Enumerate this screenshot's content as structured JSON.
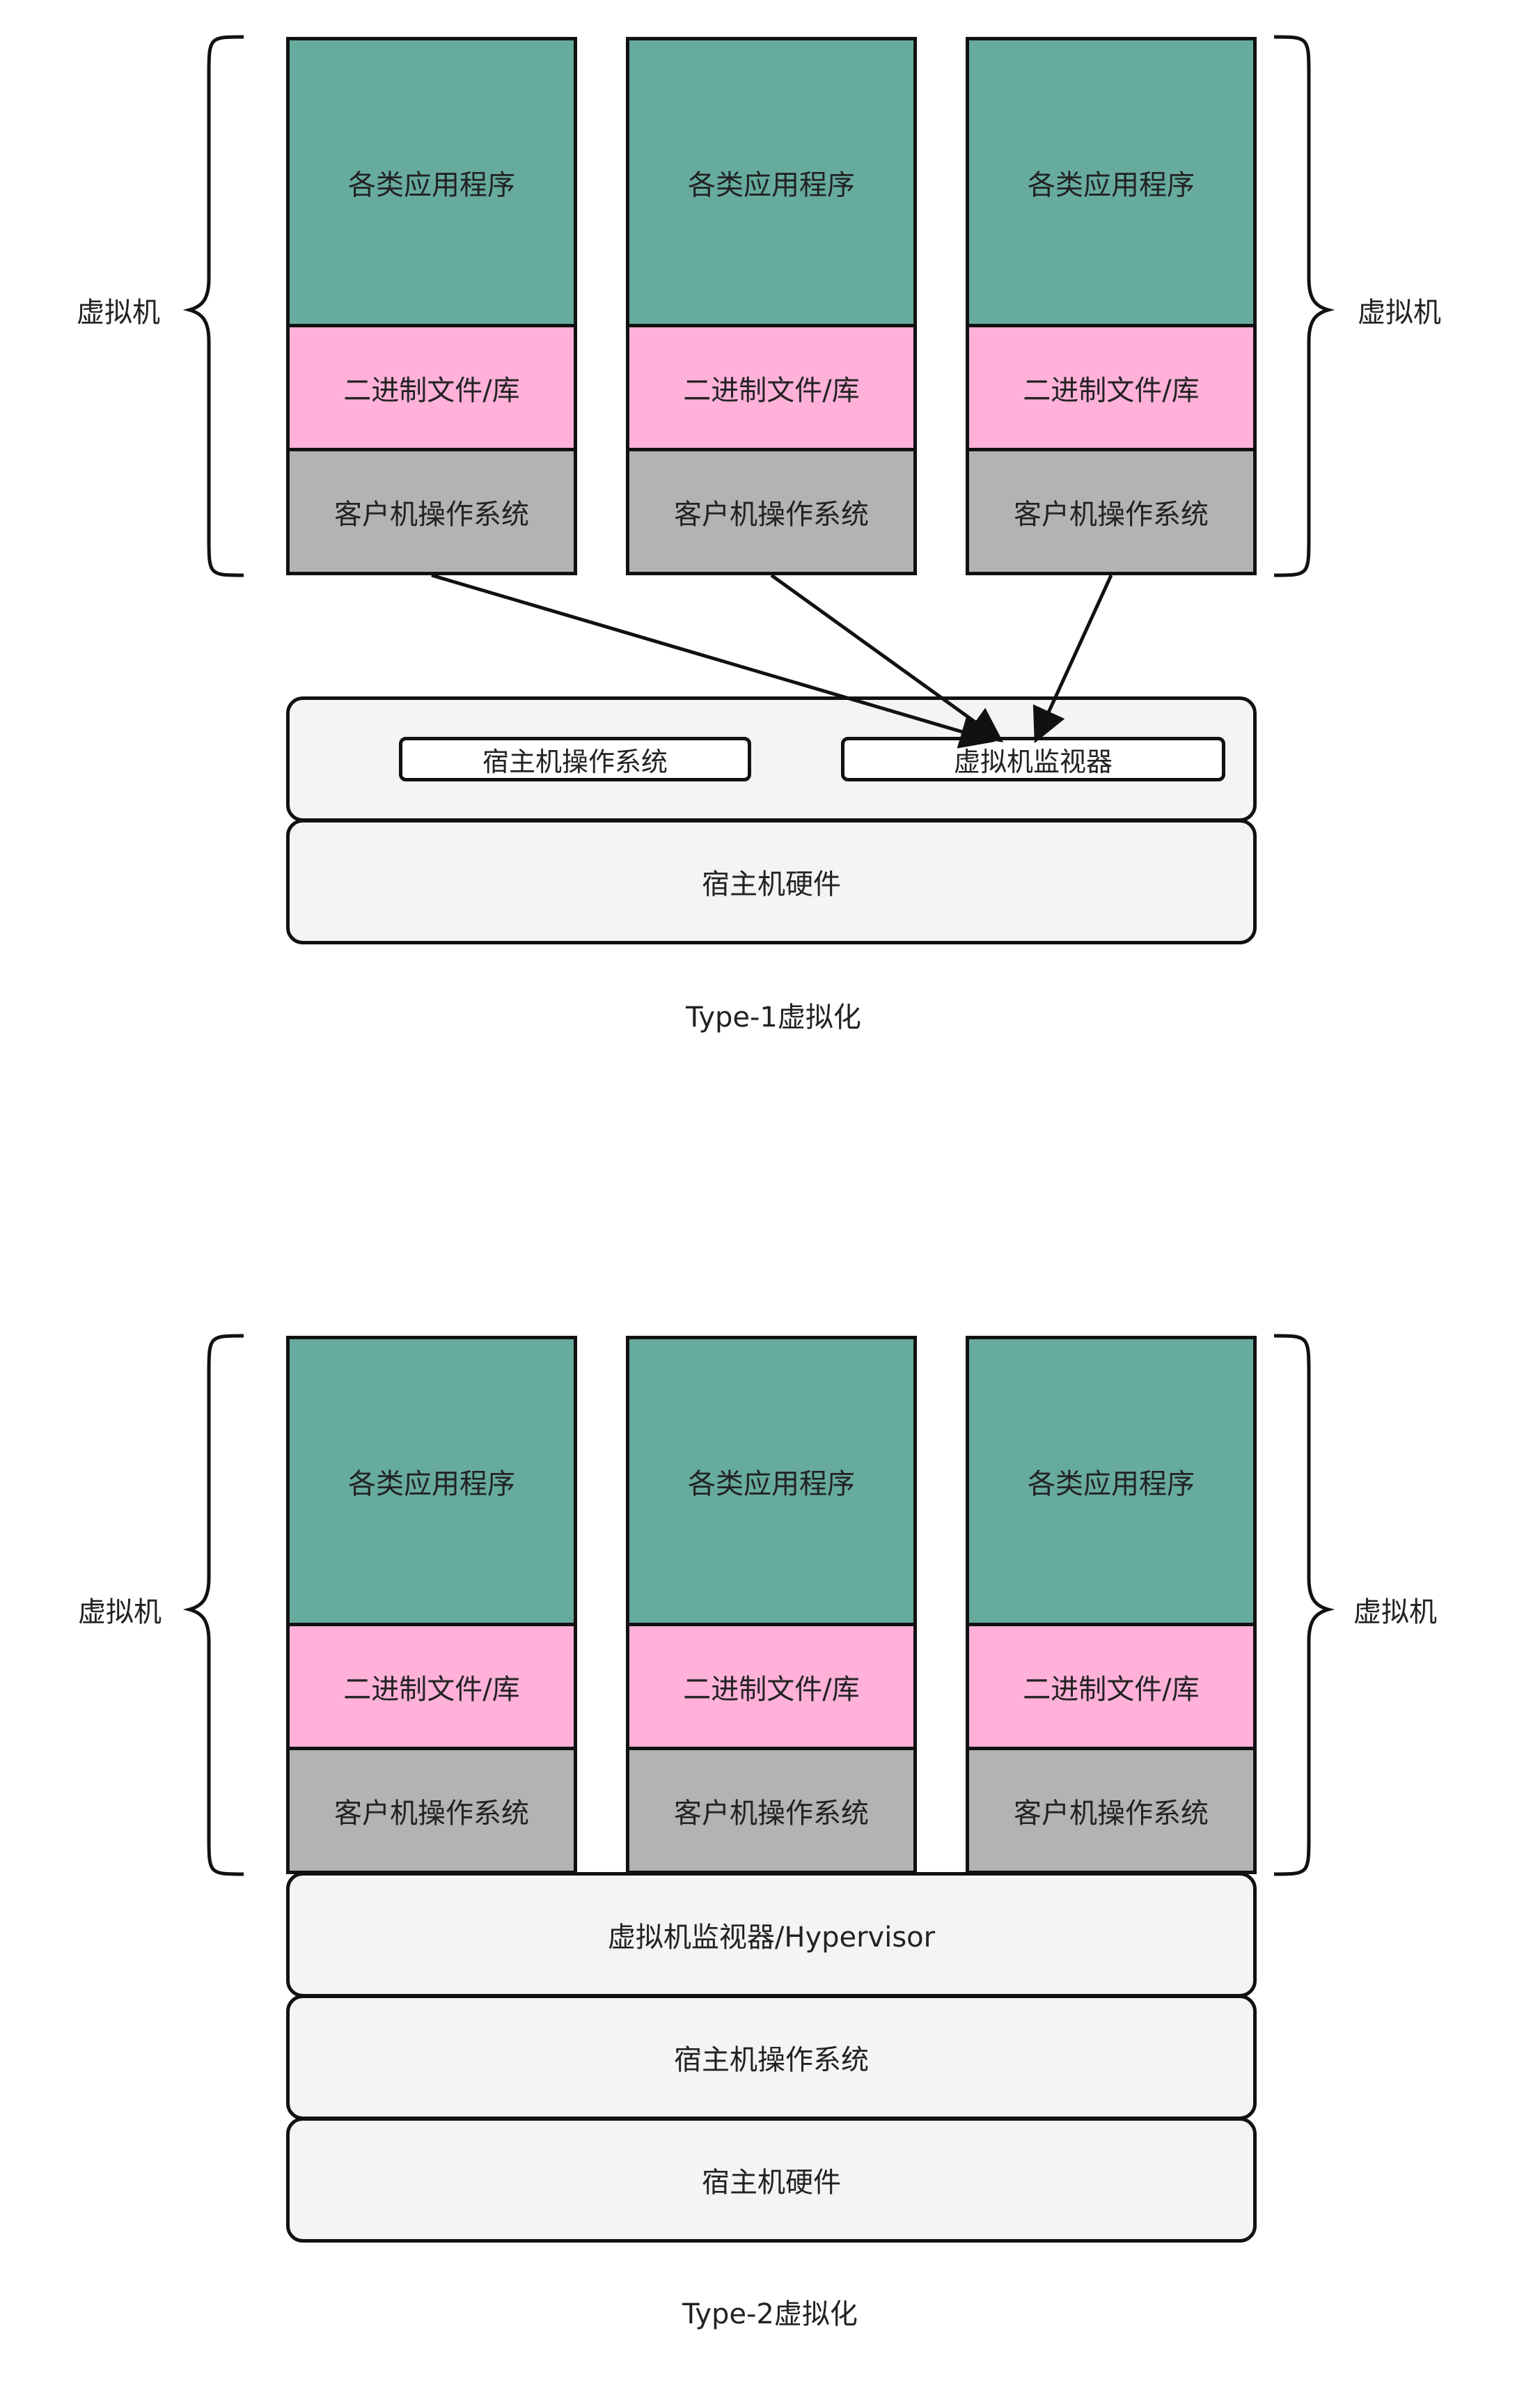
{
  "type1": {
    "caption": "Type-1虚拟化",
    "vm_label_left": "虚拟机",
    "vm_label_right": "虚拟机",
    "vms": [
      {
        "apps": "各类应用程序",
        "bins": "二进制文件/库",
        "os": "客户机操作系统"
      },
      {
        "apps": "各类应用程序",
        "bins": "二进制文件/库",
        "os": "客户机操作系统"
      },
      {
        "apps": "各类应用程序",
        "bins": "二进制文件/库",
        "os": "客户机操作系统"
      }
    ],
    "host_os": "宿主机操作系统",
    "hypervisor": "虚拟机监视器",
    "hardware": "宿主机硬件"
  },
  "type2": {
    "caption": "Type-2虚拟化",
    "vm_label_left": "虚拟机",
    "vm_label_right": "虚拟机",
    "vms": [
      {
        "apps": "各类应用程序",
        "bins": "二进制文件/库",
        "os": "客户机操作系统"
      },
      {
        "apps": "各类应用程序",
        "bins": "二进制文件/库",
        "os": "客户机操作系统"
      },
      {
        "apps": "各类应用程序",
        "bins": "二进制文件/库",
        "os": "客户机操作系统"
      }
    ],
    "hypervisor": "虚拟机监视器/Hypervisor",
    "host_os": "宿主机操作系统",
    "hardware": "宿主机硬件"
  },
  "colors": {
    "apps": "#67ab9f",
    "bins": "#ffb1d9",
    "guest_os": "#b3b3b3",
    "layer": "#f4f4f4"
  }
}
